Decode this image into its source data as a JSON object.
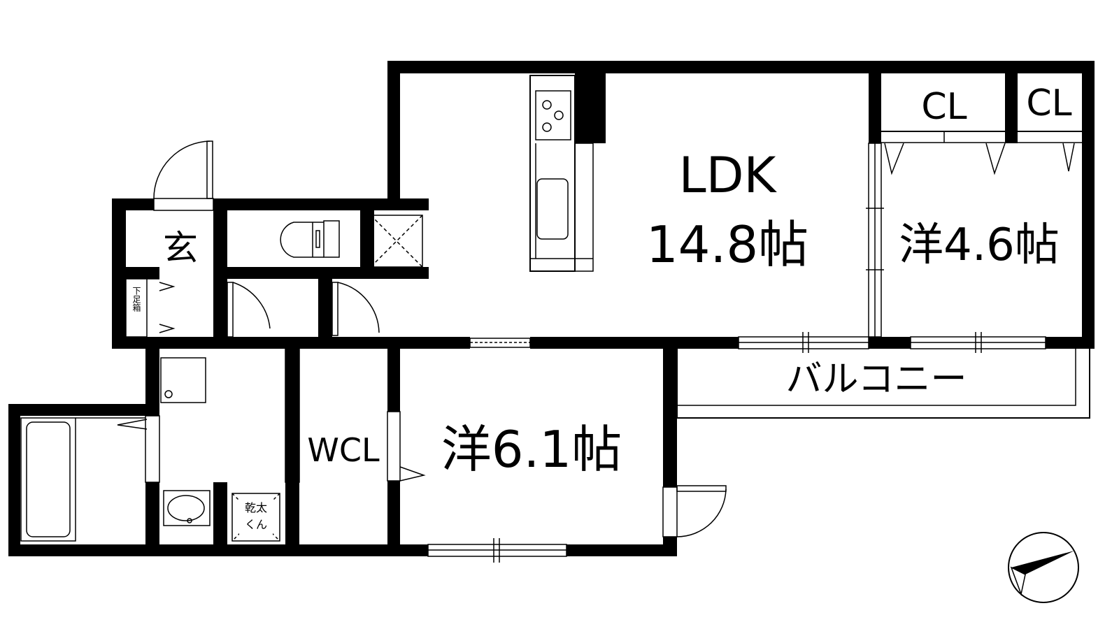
{
  "rooms": {
    "ldk_name": "LDK",
    "ldk_size": "14.8帖",
    "western_small": "洋4.6帖",
    "western_large": "洋6.1帖",
    "closet_1": "CL",
    "closet_2": "CL",
    "walk_in_closet": "WCL",
    "entrance": "玄",
    "shoe_box": "下足箱",
    "balcony": "バルコニー",
    "dryer_line1": "乾太",
    "dryer_line2": "くん"
  },
  "colors": {
    "wall": "#000000",
    "background": "#ffffff"
  }
}
